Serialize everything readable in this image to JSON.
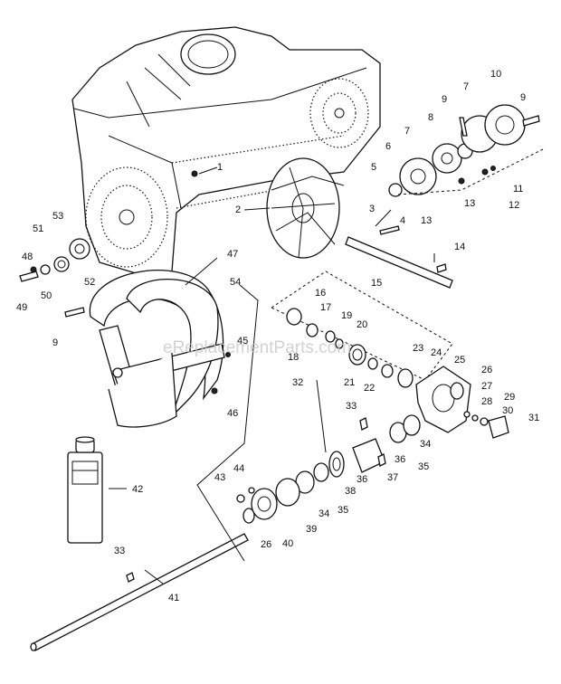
{
  "watermark": "eReplacementParts.com",
  "callouts": [
    "1",
    "2",
    "3",
    "4",
    "5",
    "6",
    "7",
    "7",
    "8",
    "9",
    "9",
    "10",
    "11",
    "12",
    "13",
    "13",
    "14",
    "15",
    "16",
    "17",
    "18",
    "19",
    "20",
    "21",
    "22",
    "23",
    "24",
    "25",
    "26",
    "26",
    "27",
    "28",
    "29",
    "30",
    "31",
    "32",
    "33",
    "33",
    "34",
    "34",
    "35",
    "35",
    "36",
    "36",
    "37",
    "38",
    "39",
    "40",
    "41",
    "42",
    "43",
    "44",
    "45",
    "46",
    "47",
    "48",
    "49",
    "50",
    "51",
    "52",
    "53",
    "54",
    "9"
  ]
}
